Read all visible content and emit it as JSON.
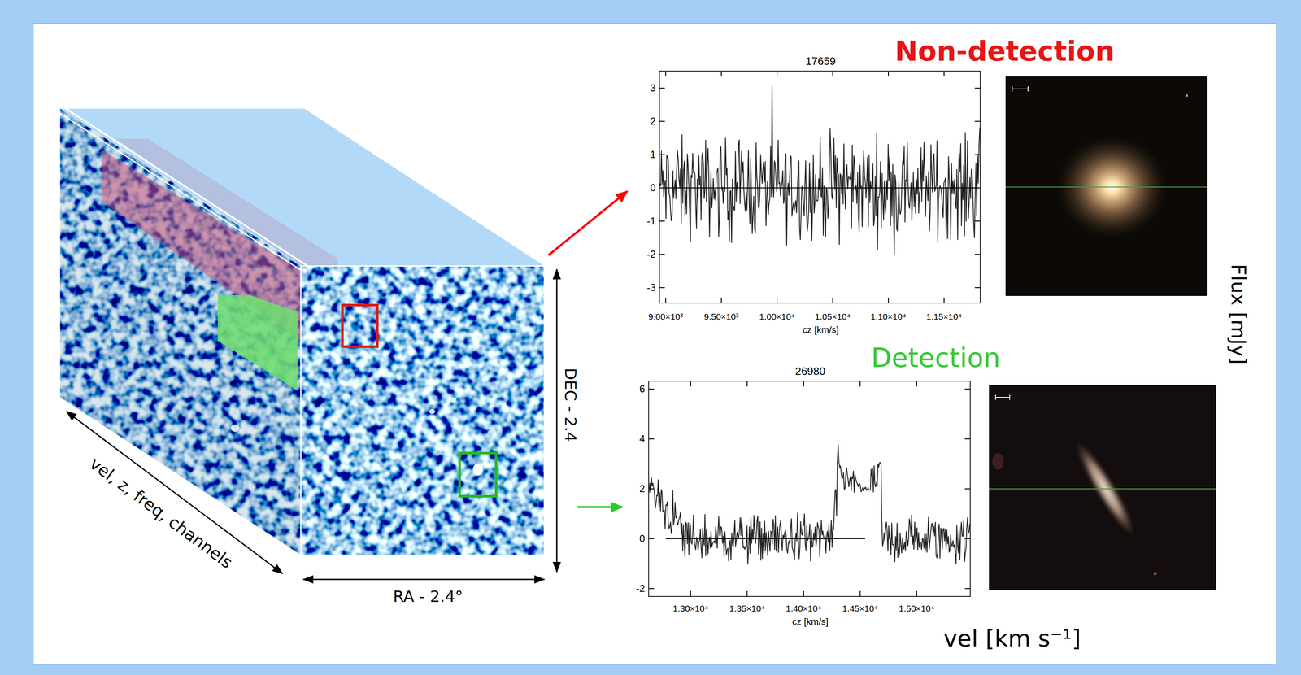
{
  "diagram": {
    "nodes": [
      {
        "text": [
          "vel, z, freq, channels",
          "RA - 2.4°",
          "DEC - 2.4"
        ]
      },
      {
        "text": [
          "17659",
          "3",
          "2",
          "1",
          "0",
          "-1",
          "-2",
          "-3",
          "9.00×10³",
          "9.50×10³",
          "1.00×10⁴",
          "1.05×10⁴",
          "1.10×10⁴",
          "1.15×10⁴",
          "cz [km/s]"
        ]
      },
      {
        "text": [
          "26980",
          "6",
          "4",
          "2",
          "0",
          "-2",
          "1.30×10⁴",
          "1.35×10⁴",
          "1.40×10⁴",
          "1.45×10⁴",
          "1.50×10⁴",
          "cz [km/s]"
        ]
      }
    ],
    "edges": [
      {
        "from": 0,
        "to": 1,
        "arrow": "to"
      },
      {
        "from": 0,
        "to": 2,
        "arrow": "to"
      }
    ],
    "labels": [
      "Non-detection",
      "Detection",
      "Flux [mJy]",
      "vel [km s⁻¹]"
    ]
  }
}
